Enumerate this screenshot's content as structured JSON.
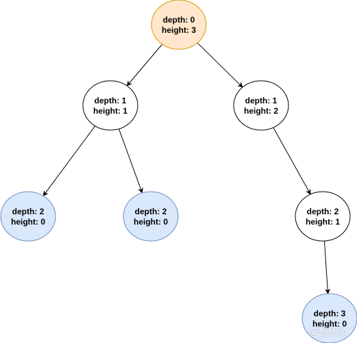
{
  "colors": {
    "root_fill": "#ffe6cc",
    "root_stroke": "#d79b00",
    "inner_fill": "#ffffff",
    "inner_stroke": "#000000",
    "leaf_fill": "#dae8fc",
    "leaf_stroke": "#6c8ebf",
    "edge": "#000000"
  },
  "nodes": [
    {
      "id": "n0",
      "depth_label": "depth: 0",
      "height_label": "height: 3",
      "style": "root"
    },
    {
      "id": "n1",
      "depth_label": "depth: 1",
      "height_label": "height: 1",
      "style": "inner"
    },
    {
      "id": "n2",
      "depth_label": "depth: 1",
      "height_label": "height: 2",
      "style": "inner"
    },
    {
      "id": "n3",
      "depth_label": "depth: 2",
      "height_label": "height: 0",
      "style": "leaf"
    },
    {
      "id": "n4",
      "depth_label": "depth: 2",
      "height_label": "height: 0",
      "style": "leaf"
    },
    {
      "id": "n5",
      "depth_label": "depth: 2",
      "height_label": "height: 1",
      "style": "inner"
    },
    {
      "id": "n6",
      "depth_label": "depth: 3",
      "height_label": "height: 0",
      "style": "leaf"
    }
  ],
  "edges": [
    {
      "from": "n0",
      "to": "n1"
    },
    {
      "from": "n0",
      "to": "n2"
    },
    {
      "from": "n1",
      "to": "n3"
    },
    {
      "from": "n1",
      "to": "n4"
    },
    {
      "from": "n2",
      "to": "n5"
    },
    {
      "from": "n5",
      "to": "n6"
    }
  ],
  "watermark": "@起伏羊"
}
